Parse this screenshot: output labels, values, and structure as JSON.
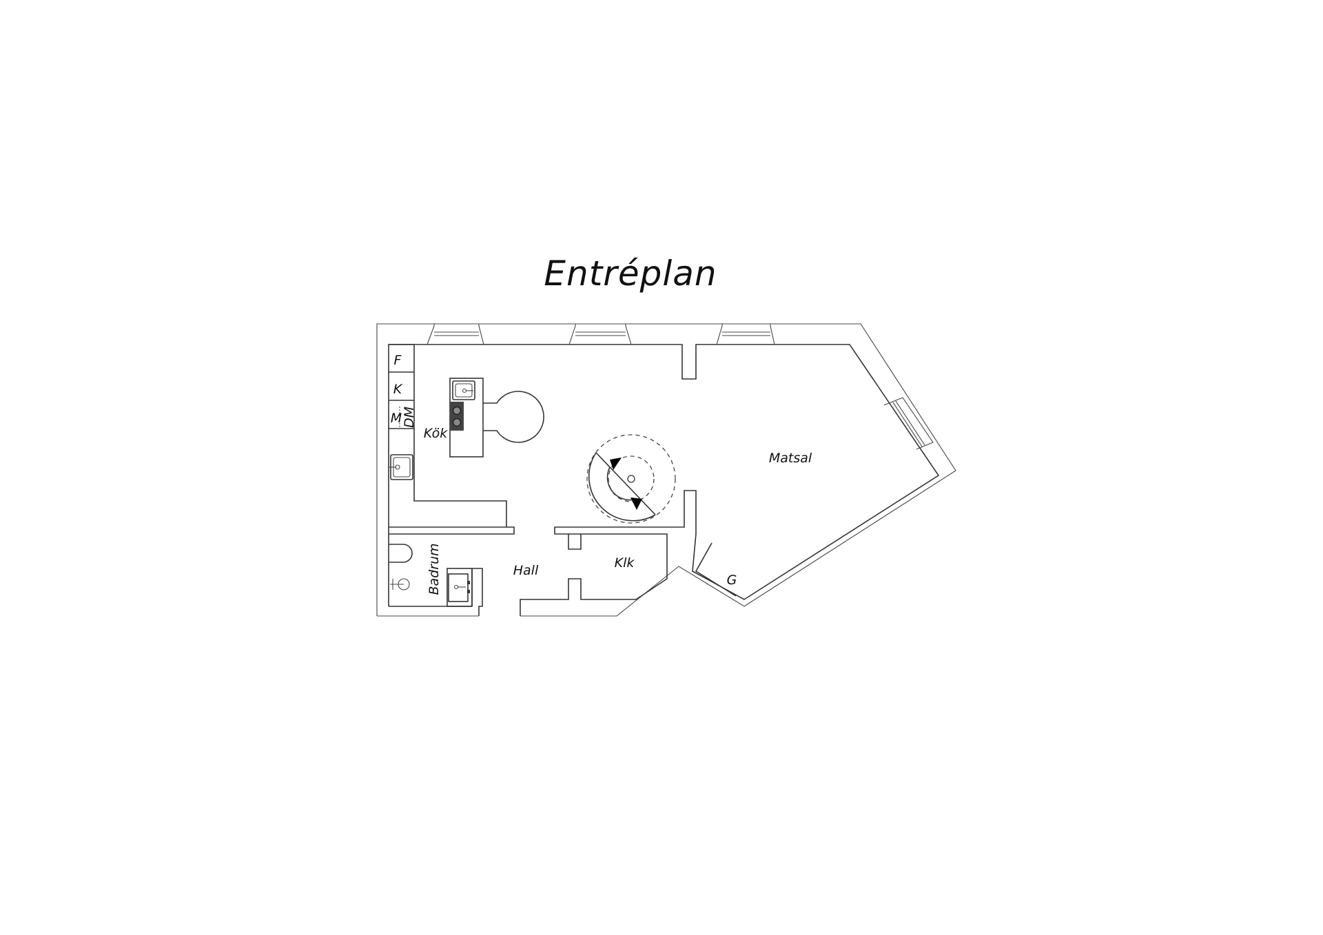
{
  "title": "Entréplan",
  "rooms": {
    "kitchen": "Kök",
    "dining": "Matsal",
    "hall": "Hall",
    "bathroom": "Badrum",
    "closet": "Klk",
    "wardrobe": "G"
  },
  "appliances": {
    "fridge": "F",
    "freezer": "K",
    "microwave": "M",
    "dishwasher": "DM"
  },
  "colors": {
    "line": "#333333",
    "background": "#ffffff",
    "stove": "#444444"
  }
}
